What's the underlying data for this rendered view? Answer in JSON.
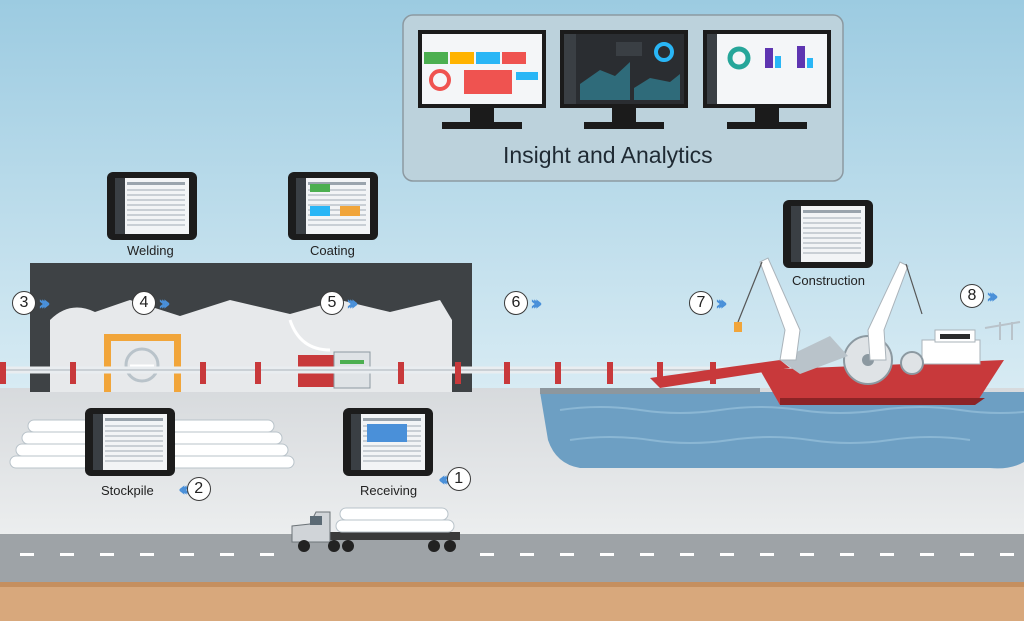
{
  "analytics": {
    "title": "Insight and Analytics"
  },
  "tablets": {
    "welding": "Welding",
    "coating": "Coating",
    "construction": "Construction",
    "stockpile": "Stockpile",
    "receiving": "Receiving"
  },
  "steps": [
    "1",
    "2",
    "3",
    "4",
    "5",
    "6",
    "7",
    "8"
  ],
  "colors": {
    "sky": "#a9d3e6",
    "ground": "#d9dcdf",
    "water": "#6a9ec2",
    "ship_hull": "#c8393b",
    "pipe_marker": "#c8393b",
    "arrow": "#4a90d9",
    "building": "#3d4043",
    "road": "#9fa3a7",
    "dirt": "#d6a77a"
  },
  "icons": [
    "truck-icon",
    "ship-icon",
    "crane-icon",
    "tablet-icon",
    "monitor-icon",
    "pipe-stack-icon",
    "welding-station-icon",
    "coating-machine-icon"
  ]
}
